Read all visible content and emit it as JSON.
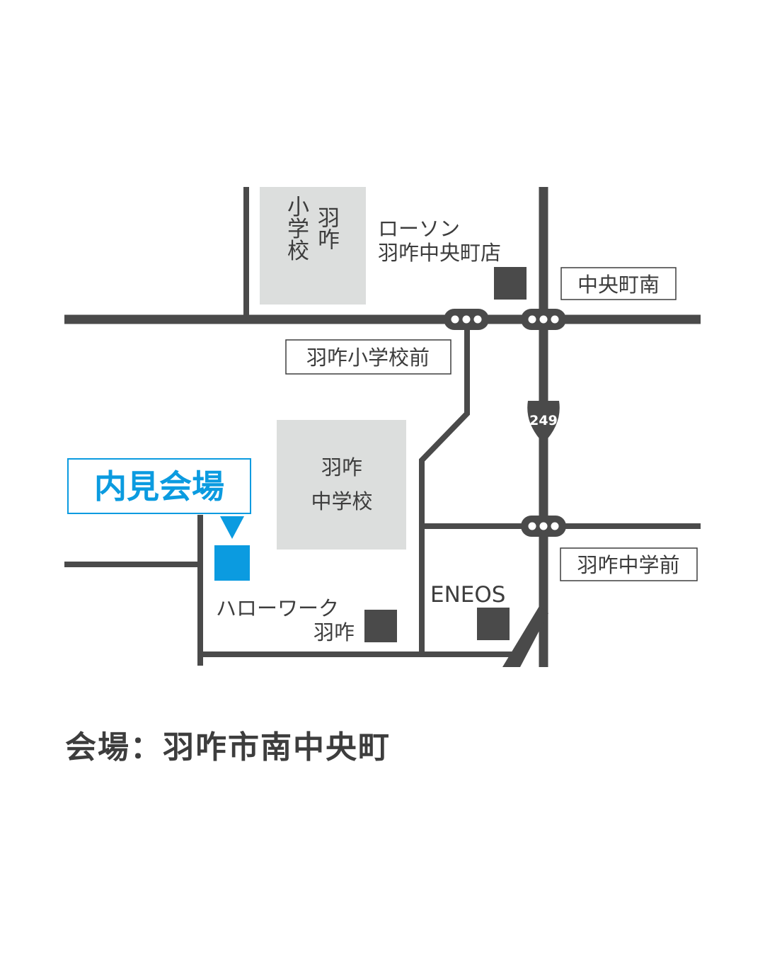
{
  "colors": {
    "road": "#4a4a4a",
    "block": "#dcdedd",
    "accent": "#0b9be0",
    "text": "#3d3d3d",
    "background": "#ffffff"
  },
  "buildings": {
    "elementary_school": {
      "col_right": "羽咋",
      "col_left": "小学校"
    },
    "junior_high": {
      "line1": "羽咋",
      "line2": "中学校"
    }
  },
  "landmarks": {
    "lawson_line1": "ローソン",
    "lawson_line2": "羽咋中央町店",
    "hellowork_line1": "ハローワーク",
    "hellowork_line2": "羽咋",
    "eneos": "ENEOS"
  },
  "intersections": {
    "chuomachi_minami": "中央町南",
    "hakui_shogakko_mae": "羽咋小学校前",
    "hakui_chugaku_mae": "羽咋中学前"
  },
  "route_shield": "249",
  "venue": {
    "label": "内見会場",
    "icon": "location-square-icon"
  },
  "address": "会場：羽咋市南中央町"
}
